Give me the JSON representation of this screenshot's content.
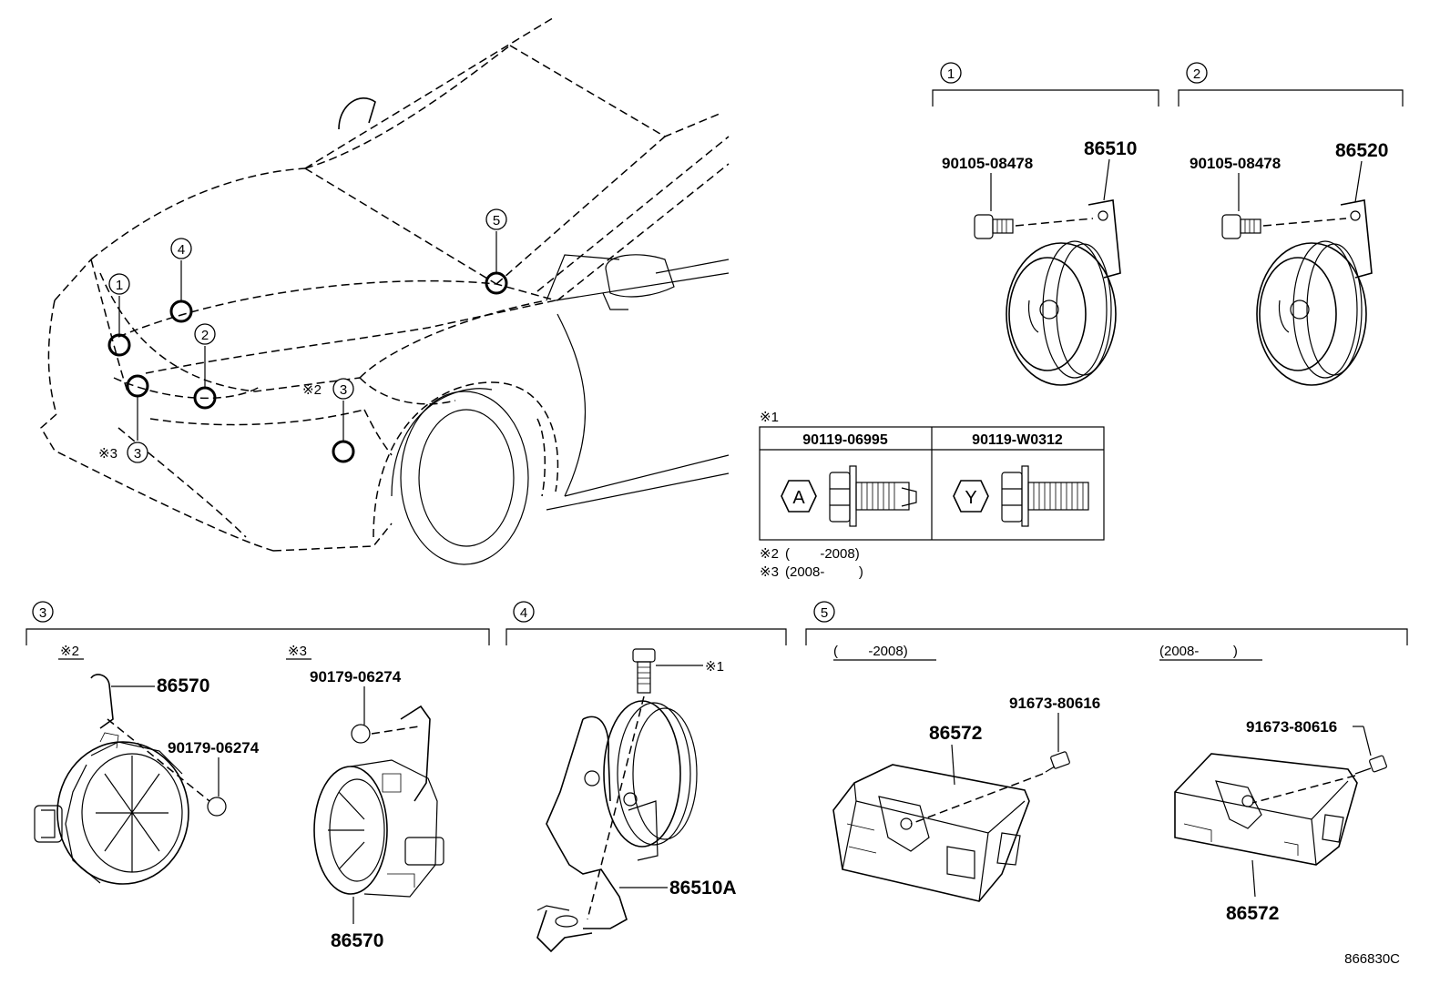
{
  "car_view": {
    "location_markers": [
      {
        "number": "1"
      },
      {
        "number": "4"
      },
      {
        "number": "2"
      },
      {
        "number": "5"
      },
      {
        "number": "3",
        "note": "※2"
      },
      {
        "number": "3",
        "note": "※3"
      }
    ]
  },
  "group_1": {
    "label": "1",
    "bolt_part": "90105-08478",
    "horn_part": "86510"
  },
  "group_2": {
    "label": "2",
    "bolt_part": "90105-08478",
    "horn_part": "86520"
  },
  "fastener_table": {
    "mark": "※1",
    "columns": [
      {
        "part": "90119-06995",
        "head_letter": "A"
      },
      {
        "part": "90119-W0312",
        "head_letter": "Y"
      }
    ]
  },
  "notes": [
    {
      "mark": "※2",
      "text": "(        -2008)"
    },
    {
      "mark": "※3",
      "text": "(2008-         )"
    }
  ],
  "group_3": {
    "label": "3",
    "left": {
      "note": "※2",
      "siren_part": "86570",
      "bolt_part": "90179-06274"
    },
    "right": {
      "note": "※3",
      "bolt_part": "90179-06274",
      "siren_part": "86570"
    }
  },
  "group_4": {
    "label": "4",
    "bolt_note": "※1",
    "horn_part": "86510A"
  },
  "group_5": {
    "label": "5",
    "left": {
      "range": "(        -2008)",
      "module_part": "86572",
      "bolt_part": "91673-80616"
    },
    "right": {
      "range": "(2008-         )",
      "bolt_part": "91673-80616",
      "module_part": "86572"
    }
  },
  "figure_code": "866830C"
}
